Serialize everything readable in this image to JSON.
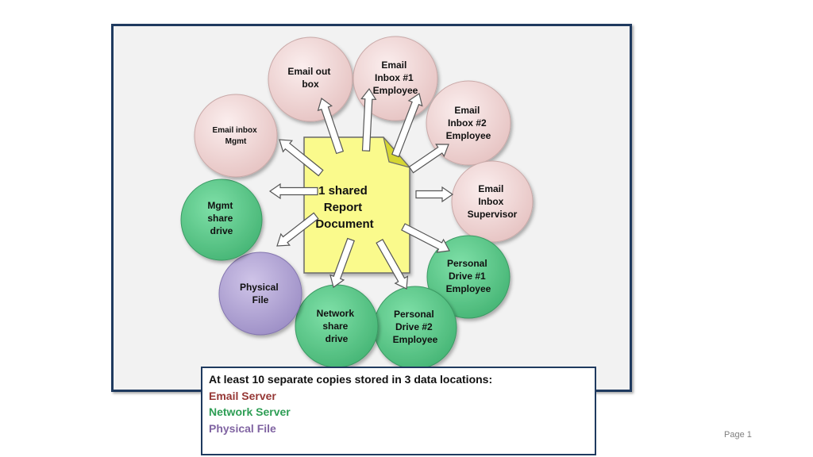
{
  "center": {
    "lines": [
      "1 shared",
      "Report",
      "Document"
    ]
  },
  "nodes": [
    {
      "id": "email-out-box",
      "lines": [
        "Email out",
        "box"
      ],
      "group": "email"
    },
    {
      "id": "email-inbox-1",
      "lines": [
        "Email",
        "Inbox #1",
        "Employee"
      ],
      "group": "email"
    },
    {
      "id": "email-inbox-2",
      "lines": [
        "Email",
        "Inbox #2",
        "Employee"
      ],
      "group": "email"
    },
    {
      "id": "email-inbox-supervisor",
      "lines": [
        "Email",
        "Inbox",
        "Supervisor"
      ],
      "group": "email"
    },
    {
      "id": "personal-drive-1",
      "lines": [
        "Personal",
        "Drive #1",
        "Employee"
      ],
      "group": "network"
    },
    {
      "id": "personal-drive-2",
      "lines": [
        "Personal",
        "Drive #2",
        "Employee"
      ],
      "group": "network"
    },
    {
      "id": "network-share-drive",
      "lines": [
        "Network",
        "share",
        "drive"
      ],
      "group": "network"
    },
    {
      "id": "physical-file",
      "lines": [
        "Physical",
        "File"
      ],
      "group": "physical"
    },
    {
      "id": "mgmt-share-drive",
      "lines": [
        "Mgmt",
        "share",
        "drive"
      ],
      "group": "network"
    },
    {
      "id": "email-inbox-mgmt",
      "lines": [
        "Email inbox",
        "Mgmt"
      ],
      "group": "email"
    }
  ],
  "colors": {
    "email": "#f2dcdb",
    "network": "#5ecf8f",
    "physical": "#b4a7d6",
    "document": "#fafa8c",
    "frame_border": "#1f3a5f"
  },
  "legend": {
    "heading": "At least 10 separate copies stored in 3 data locations:",
    "items": [
      "Email Server",
      "Network Server",
      "Physical File"
    ]
  },
  "page_label": "Page 1"
}
